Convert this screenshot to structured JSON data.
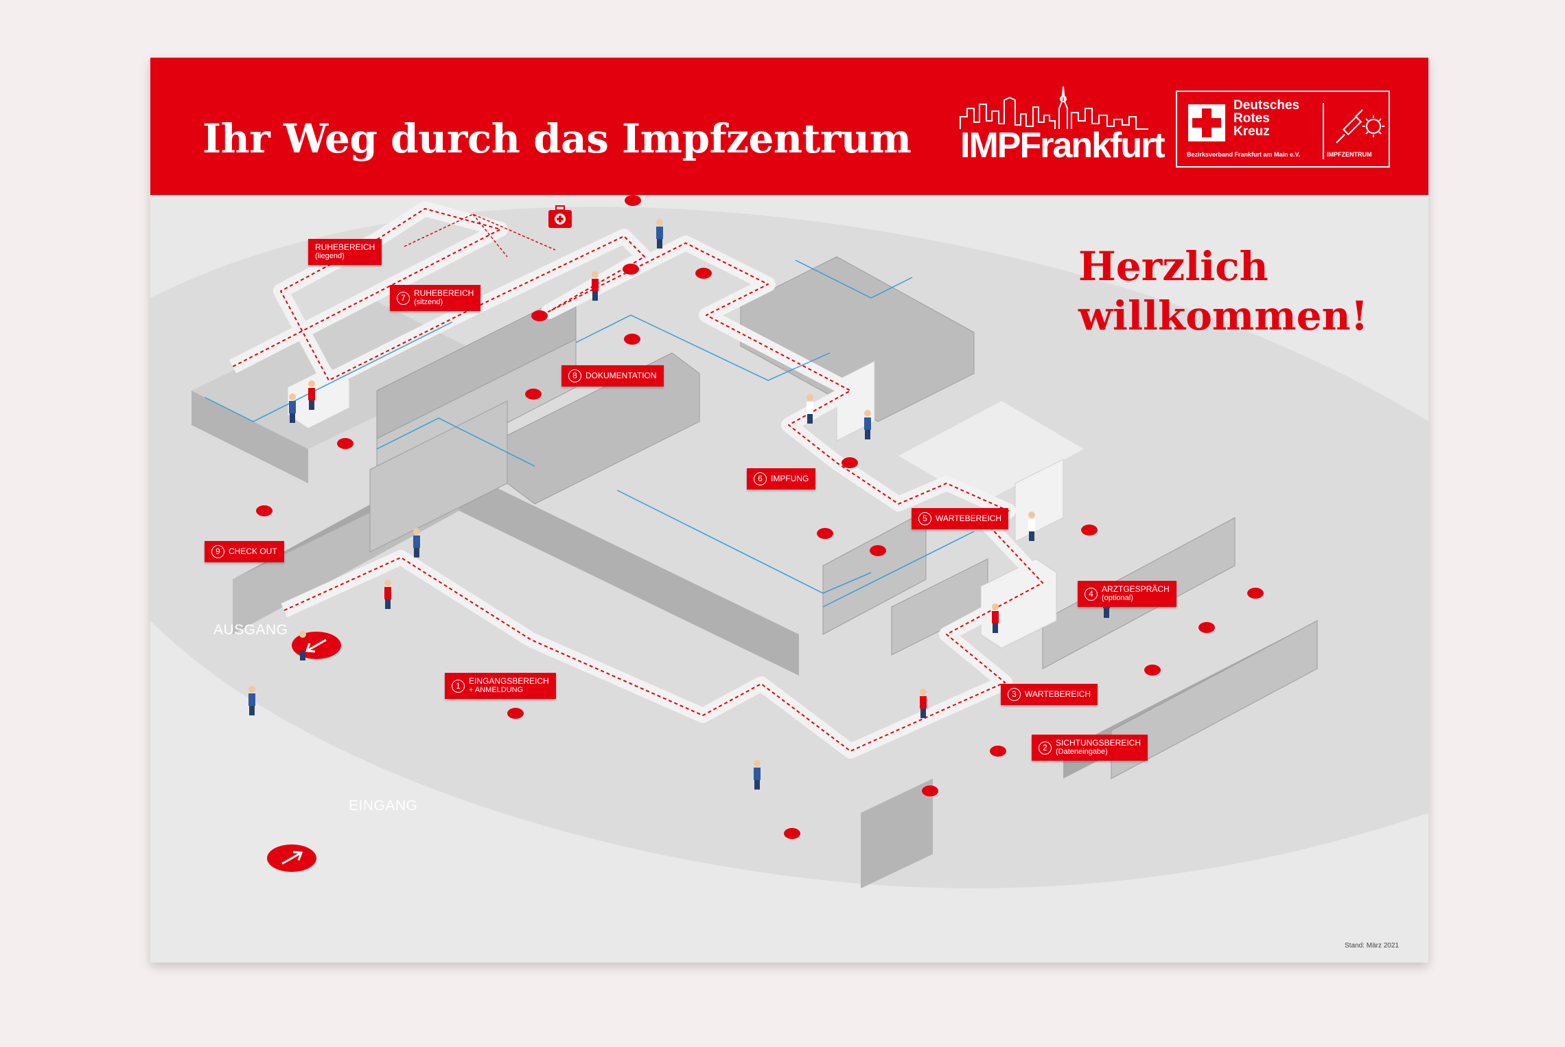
{
  "header": {
    "title": "Ihr Weg durch das Impfzentrum",
    "impf_logo_text": "IMPFrankfurt",
    "drk": {
      "name_line1": "Deutsches",
      "name_line2": "Rotes",
      "name_line3": "Kreuz",
      "subline": "Bezirksverband Frankfurt am Main e.V.",
      "vaccine_label": "IMPFZENTRUM"
    }
  },
  "welcome": {
    "line1": "Herzlich",
    "line2": "willkommen!"
  },
  "stations": [
    {
      "number": "1",
      "title": "EINGANGSBEREICH",
      "subtitle": "+ ANMELDUNG"
    },
    {
      "number": "2",
      "title": "SICHTUNGSBEREICH",
      "subtitle": "(Dateneingabe)"
    },
    {
      "number": "3",
      "title": "WARTEBEREICH",
      "subtitle": ""
    },
    {
      "number": "4",
      "title": "ARZTGESPRÄCH",
      "subtitle": "(optional)"
    },
    {
      "number": "5",
      "title": "WARTEBEREICH",
      "subtitle": ""
    },
    {
      "number": "6",
      "title": "IMPFUNG",
      "subtitle": ""
    },
    {
      "number": "7",
      "title": "RUHEBEREICH",
      "subtitle": "(sitzend)"
    },
    {
      "number": "8",
      "title": "DOKUMENTATION",
      "subtitle": ""
    },
    {
      "number": "9",
      "title": "CHECK OUT",
      "subtitle": ""
    }
  ],
  "ruhebereich_liegend": {
    "title": "RUHEBEREICH",
    "subtitle": "(liegend)"
  },
  "areas": {
    "entrance": "EINGANG",
    "exit": "AUSGANG"
  },
  "footer": {
    "stand": "Stand: März 2021"
  },
  "colors": {
    "brand_red": "#e2000f",
    "floor": "#d9d9d9",
    "wall": "#a9a9a9",
    "cable_blue": "#3a9fd6"
  },
  "icons": [
    "first-aid-kit-icon",
    "red-cross-icon",
    "syringe-icon",
    "direction-arrow-icon"
  ]
}
